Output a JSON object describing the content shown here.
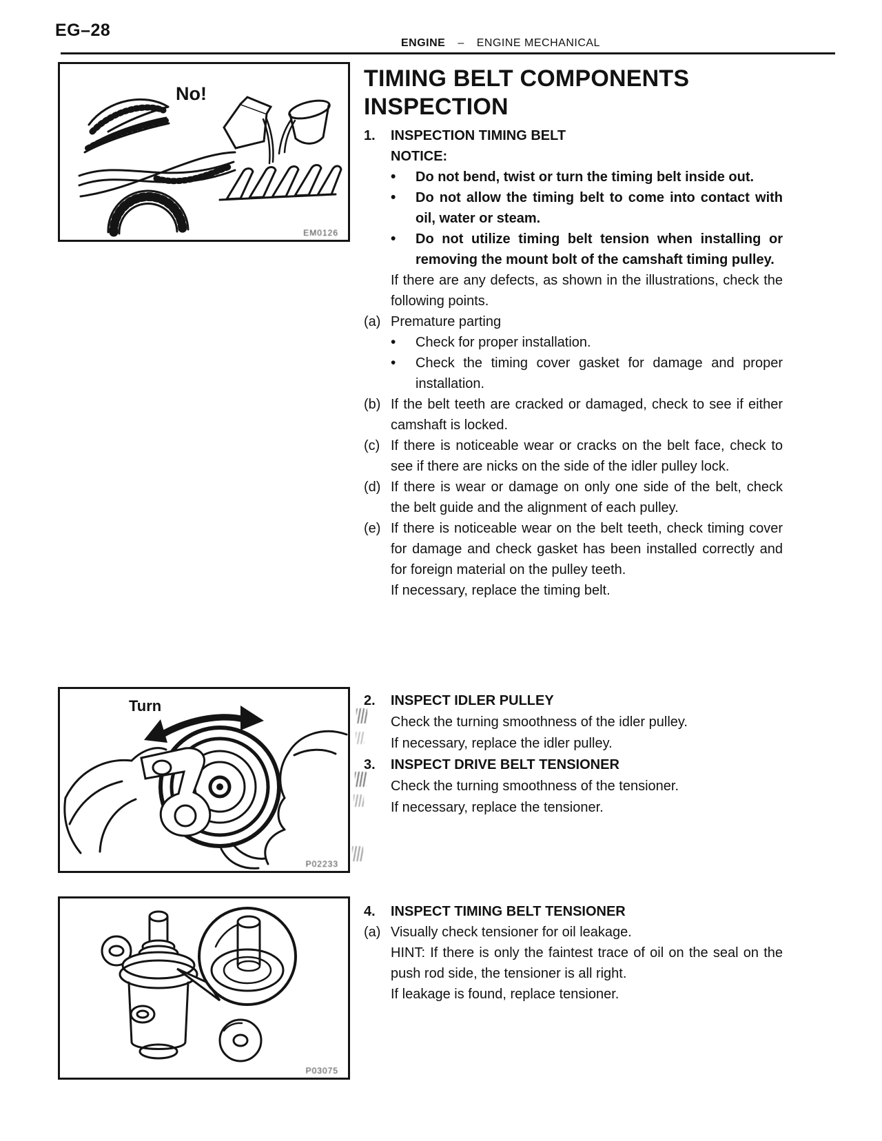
{
  "header": {
    "page_number": "EG–28",
    "section": "ENGINE",
    "separator": "–",
    "subsection": "ENGINE MECHANICAL"
  },
  "title": {
    "line1": "TIMING BELT COMPONENTS",
    "line2": "INSPECTION"
  },
  "glyphs": {
    "bullet": "•"
  },
  "figures": [
    {
      "label": "No!",
      "code": "EM0126",
      "description": "examples of timing belt abuse: bent, twisted, oiled belt"
    },
    {
      "label": "Turn",
      "code": "P02233",
      "description": "hands turning idler pulley to check smoothness"
    },
    {
      "label": "",
      "code": "P03075",
      "description": "timing belt tensioner with magnified push rod seal and washer"
    }
  ],
  "section1": {
    "number": "1.",
    "heading": "INSPECTION TIMING BELT",
    "notice_label": "NOTICE:",
    "notice_items": [
      "Do not bend, twist or turn the timing belt inside out.",
      "Do not allow the timing belt to come into contact with oil, water or steam.",
      "Do not utilize timing belt tension when installing or removing the mount bolt of the camshaft timing pulley."
    ],
    "intro": "If there are any defects, as shown in the illustrations, check the following points.",
    "items": [
      {
        "marker": "(a)",
        "text": "Premature parting",
        "bullets": [
          "Check for proper installation.",
          "Check the timing cover gasket for damage and proper installation."
        ]
      },
      {
        "marker": "(b)",
        "text": "If the belt teeth are cracked or damaged, check to see if either camshaft is locked."
      },
      {
        "marker": "(c)",
        "text": "If there is noticeable wear or cracks on the belt face, check to see if there are nicks on the side of the idler pulley lock."
      },
      {
        "marker": "(d)",
        "text": "If there is wear or damage on only one side of the belt, check the belt guide and the alignment of each pulley."
      },
      {
        "marker": "(e)",
        "text": "If there is noticeable wear on the belt teeth, check timing cover for damage and check gasket has been installed correctly and for foreign material on the pulley teeth."
      }
    ],
    "closing": "If necessary, replace the timing belt."
  },
  "section2": {
    "number": "2.",
    "heading": "INSPECT IDLER PULLEY",
    "lines": [
      "Check the turning smoothness of the idler pulley.",
      "If necessary, replace the idler pulley."
    ]
  },
  "section3": {
    "number": "3.",
    "heading": "INSPECT DRIVE BELT TENSIONER",
    "lines": [
      "Check the turning smoothness of the tensioner.",
      "If necessary, replace the tensioner."
    ]
  },
  "section4": {
    "number": "4.",
    "heading": "INSPECT TIMING BELT TENSIONER",
    "item_marker": "(a)",
    "item_text": "Visually check tensioner for oil leakage.",
    "hint": "HINT: If there is only the faintest trace of oil on the seal on the push rod side, the tensioner is all right.",
    "closing": "If leakage is found, replace tensioner."
  }
}
